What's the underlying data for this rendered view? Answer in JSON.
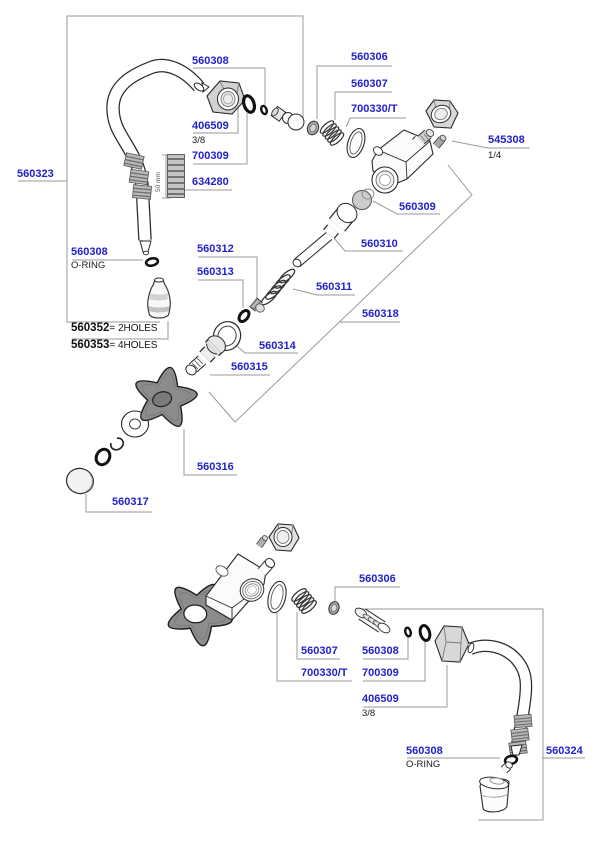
{
  "colors": {
    "label_blue": "#2222cc",
    "leader_grey": "#9a9a9a",
    "text_black": "#1a1a1a",
    "knob_grey": "#8c8c8c",
    "part_light_grey": "#d8d8d8"
  },
  "labels": {
    "t560308": {
      "text": "560308"
    },
    "t406509": {
      "text": "406509",
      "sub": "3/8"
    },
    "t700309": {
      "text": "700309"
    },
    "t634280": {
      "text": "634280"
    },
    "t560323": {
      "text": "560323"
    },
    "t560306": {
      "text": "560306"
    },
    "t560307": {
      "text": "560307"
    },
    "t700330": {
      "text": "700330/T"
    },
    "t545308": {
      "text": "545308",
      "sub": "1/4"
    },
    "t560309": {
      "text": "560309"
    },
    "t560310": {
      "text": "560310"
    },
    "t560311": {
      "text": "560311"
    },
    "t560312": {
      "text": "560312"
    },
    "t560313": {
      "text": "560313"
    },
    "t560318": {
      "text": "560318"
    },
    "m560308": {
      "text": "560308",
      "sub": "O-RING"
    },
    "t560314": {
      "text": "560314"
    },
    "t560315": {
      "text": "560315"
    },
    "t560316": {
      "text": "560316"
    },
    "t560317": {
      "text": "560317"
    },
    "p560352": {
      "num": "560352",
      "suffix": "= 2HOLES"
    },
    "p560353": {
      "num": "560353",
      "suffix": "= 4HOLES"
    },
    "dim50": {
      "text": "50 mm"
    },
    "b560306": {
      "text": "560306"
    },
    "b560307": {
      "text": "560307"
    },
    "b560308": {
      "text": "560308"
    },
    "b700330": {
      "text": "700330/T"
    },
    "b700309": {
      "text": "700309"
    },
    "b406509": {
      "text": "406509",
      "sub": "3/8"
    },
    "o560308": {
      "text": "560308",
      "sub": "O-RING"
    },
    "b560324": {
      "text": "560324"
    }
  }
}
